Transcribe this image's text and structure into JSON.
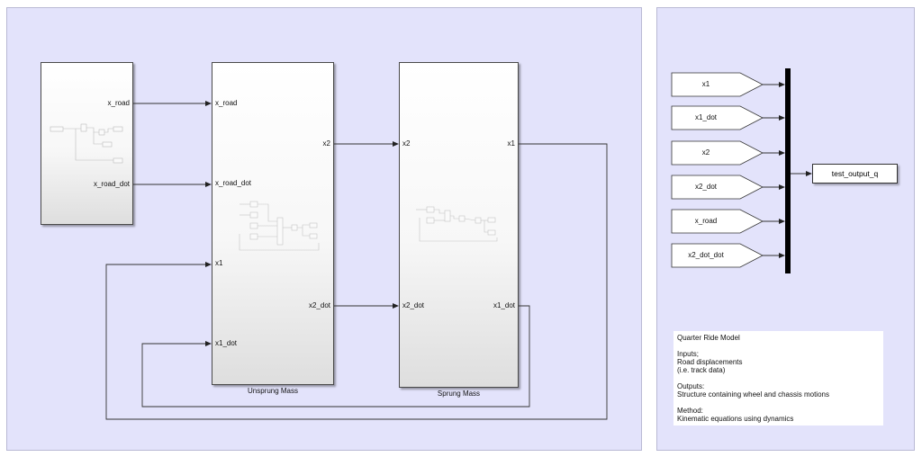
{
  "road_block": {
    "ports_out": [
      "x_road",
      "x_road_dot"
    ]
  },
  "unsprung_block": {
    "name": "Unsprung Mass",
    "ports_in": [
      "x_road",
      "x_road_dot",
      "x1",
      "x1_dot"
    ],
    "ports_out": [
      "x2",
      "x2_dot"
    ]
  },
  "sprung_block": {
    "name": "Sprung Mass",
    "ports_in": [
      "x2",
      "x2_dot"
    ],
    "ports_out": [
      "x1",
      "x1_dot"
    ]
  },
  "from_tags": [
    "x1",
    "x1_dot",
    "x2",
    "x2_dot",
    "x_road",
    "x2_dot_dot"
  ],
  "output_block": {
    "label": "test_output_q"
  },
  "annotation": {
    "lines": [
      "Quarter Ride Model",
      "",
      "Inputs;",
      "Road displacements",
      "(i.e. track data)",
      "",
      "Outputs:",
      "Structure containing wheel and chassis motions",
      "",
      "Method:",
      "Kinematic equations using dynamics"
    ]
  },
  "colors": {
    "canvas": "#e3e3fb",
    "wire": "#333333",
    "bus": "#000000"
  }
}
